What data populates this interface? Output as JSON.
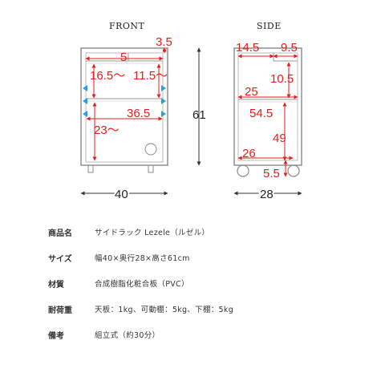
{
  "views": {
    "front_label": "FRONT",
    "side_label": "SIDE"
  },
  "front_dims": {
    "top_gap": "3.5",
    "top_inner": "5",
    "left_shelf_height": "16.5～",
    "right_shelf_height": "11.5～",
    "inner_width": "36.5",
    "lower_height": "23～",
    "total_height": "61",
    "total_width": "40"
  },
  "side_dims": {
    "left_top": "14.5",
    "right_top": "9.5",
    "small_section": "10.5",
    "shelf_depth": "25",
    "middle_height": "54.5",
    "lower_height": "49",
    "bottom_depth": "26",
    "caster": "5.5",
    "total_depth": "28"
  },
  "colors": {
    "dimension_red": "#e0201c",
    "arrow_blue": "#2aa0d8",
    "line_gray": "#888888"
  },
  "specs": [
    {
      "key": "商品名",
      "value": "サイドラック Lezele（ルゼル）"
    },
    {
      "key": "サイズ",
      "value": "幅40×奥行28×高さ61cm"
    },
    {
      "key": "材質",
      "value": "合成樹脂化粧合板（PVC）"
    },
    {
      "key": "耐荷重",
      "value": "天板：1kg、可動棚：5kg、下棚：5kg"
    },
    {
      "key": "備考",
      "value": "組立式（約30分）"
    }
  ]
}
